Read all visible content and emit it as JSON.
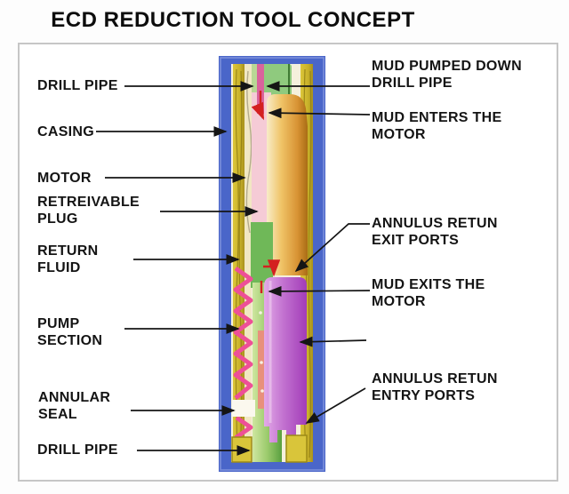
{
  "title": "ECD REDUCTION TOOL CONCEPT",
  "colors": {
    "frame_blue": "#4a66c9",
    "casing_gold": "#c9b22a",
    "casing_gold_right": "#cdb62e",
    "return_channel_cream": "#f1e7c3",
    "annulus_green_strip": "#b9d795",
    "tube_green": "#8fca7e",
    "interior_pink": "#f5cbd6",
    "mud_strip_magenta": "#d9639c",
    "motor_block_green": "#6fb858",
    "seal_pink": "#ee4f97",
    "salmon_strip": "#e8907c",
    "bottom_sub_yellow": "#d9c53a",
    "flow_red": "#d42020",
    "leader_black": "#151515"
  },
  "labels": {
    "left": [
      {
        "id": "drill-pipe-top",
        "lines": [
          "DRILL PIPE"
        ]
      },
      {
        "id": "casing",
        "lines": [
          "CASING"
        ]
      },
      {
        "id": "motor",
        "lines": [
          "MOTOR"
        ]
      },
      {
        "id": "retreivable-plug",
        "lines": [
          "RETREIVABLE",
          "PLUG"
        ]
      },
      {
        "id": "return-fluid",
        "lines": [
          "RETURN",
          "FLUID"
        ]
      },
      {
        "id": "pump-section",
        "lines": [
          "PUMP",
          "SECTION"
        ]
      },
      {
        "id": "annular-seal",
        "lines": [
          "ANNULAR",
          "SEAL"
        ]
      },
      {
        "id": "drill-pipe-bottom",
        "lines": [
          "DRILL PIPE"
        ]
      }
    ],
    "right": [
      {
        "id": "mud-pumped-down-drill-pipe",
        "lines": [
          "MUD PUMPED DOWN",
          "DRILL PIPE"
        ]
      },
      {
        "id": "mud-enters-the-motor",
        "lines": [
          "MUD ENTERS THE",
          "MOTOR"
        ]
      },
      {
        "id": "annulus-retun-exit-ports",
        "lines": [
          "ANNULUS RETUN",
          "EXIT PORTS"
        ]
      },
      {
        "id": "mud-exits-the-motor",
        "lines": [
          "MUD EXITS THE",
          "MOTOR"
        ]
      },
      {
        "id": "annulus-retun-entry-ports",
        "lines": [
          "ANNULUS RETUN",
          "ENTRY PORTS"
        ]
      }
    ]
  }
}
